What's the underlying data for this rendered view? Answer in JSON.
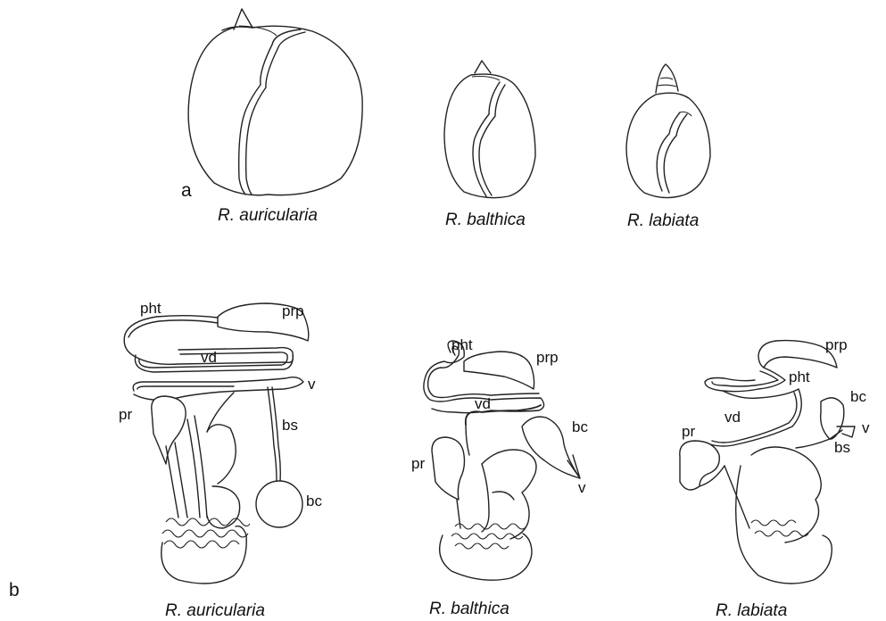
{
  "panels": {
    "a": "a",
    "b": "b"
  },
  "shells": [
    {
      "species": "R. auricularia"
    },
    {
      "species": "R. balthica"
    },
    {
      "species": "R. labiata"
    }
  ],
  "anatomy": [
    {
      "species": "R. auricularia",
      "labels": {
        "pht": "pht",
        "prp": "prp",
        "vd": "vd",
        "v": "v",
        "pr": "pr",
        "bs": "bs",
        "bc": "bc"
      }
    },
    {
      "species": "R. balthica",
      "labels": {
        "pht": "pht",
        "prp": "prp",
        "vd": "vd",
        "bc": "bc",
        "pr": "pr",
        "v": "v"
      }
    },
    {
      "species": "R. labiata",
      "labels": {
        "prp": "prp",
        "pht": "pht",
        "bc": "bc",
        "vd": "vd",
        "pr": "pr",
        "v": "v",
        "bs": "bs"
      }
    }
  ]
}
